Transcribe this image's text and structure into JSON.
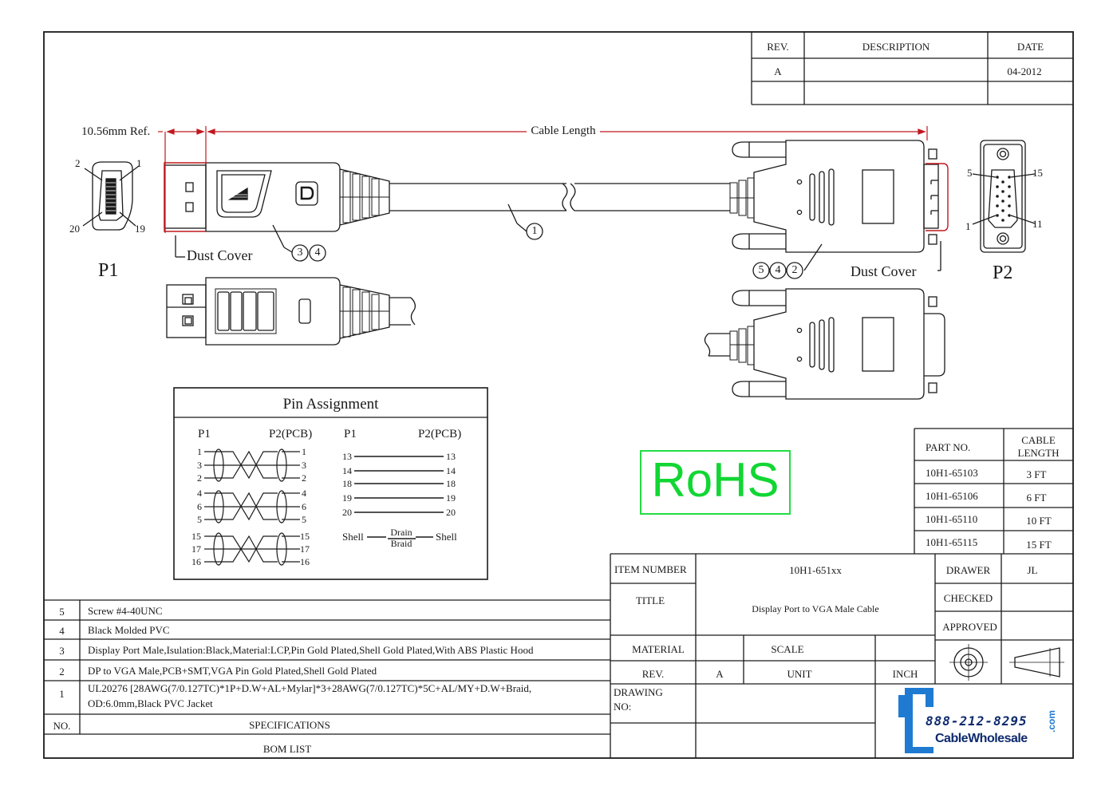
{
  "revision_table": {
    "headers": {
      "rev": "REV.",
      "description": "DESCRIPTION",
      "date": "DATE"
    },
    "rows": [
      {
        "rev": "A",
        "description": "",
        "date": "04-2012"
      }
    ]
  },
  "dimensions": {
    "ref": "10.56mm Ref.",
    "cable_length": "Cable Length"
  },
  "connectors": {
    "p1_label": "P1",
    "p2_label": "P2",
    "p1_pins": [
      "2",
      "1",
      "20",
      "19"
    ],
    "p2_pins": [
      "5",
      "15",
      "1",
      "11"
    ],
    "dust_cover_left": "Dust Cover",
    "dust_cover_right": "Dust Cover"
  },
  "callouts": {
    "cable": "1",
    "left_pair": [
      "3",
      "4"
    ],
    "right_group": [
      "5",
      "4",
      "2"
    ]
  },
  "pin_assignment": {
    "title": "Pin Assignment",
    "left_headers": {
      "p1": "P1",
      "p2": "P2(PCB)"
    },
    "right_headers": {
      "p1": "P1",
      "p2": "P2(PCB)"
    },
    "twisted_groups": [
      {
        "left": [
          "1",
          "3",
          "2"
        ],
        "right": [
          "1",
          "3",
          "2"
        ]
      },
      {
        "left": [
          "4",
          "6",
          "5"
        ],
        "right": [
          "4",
          "6",
          "5"
        ]
      },
      {
        "left": [
          "15",
          "17",
          "16"
        ],
        "right": [
          "15",
          "17",
          "16"
        ]
      }
    ],
    "straight": [
      {
        "left": "13",
        "right": "13"
      },
      {
        "left": "14",
        "right": "14"
      },
      {
        "left": "18",
        "right": "18"
      },
      {
        "left": "19",
        "right": "19"
      },
      {
        "left": "20",
        "right": "20"
      }
    ],
    "shell": {
      "left": "Shell",
      "right": "Shell",
      "middle_top": "Drain",
      "middle_bottom": "Braid"
    }
  },
  "rohs": "RoHS",
  "part_table": {
    "headers": {
      "part_no": "PART NO.",
      "length_1": "CABLE",
      "length_2": "LENGTH"
    },
    "rows": [
      {
        "part": "10H1-65103",
        "length": "3 FT"
      },
      {
        "part": "10H1-65106",
        "length": "6 FT"
      },
      {
        "part": "10H1-65110",
        "length": "10 FT"
      },
      {
        "part": "10H1-65115",
        "length": "15 FT"
      }
    ]
  },
  "bom": {
    "rows": [
      {
        "no": "5",
        "spec": "Screw  #4-40UNC"
      },
      {
        "no": "4",
        "spec": "Black Molded PVC"
      },
      {
        "no": "3",
        "spec": "Display Port Male,Isulation:Black,Material:LCP,Pin Gold Plated,Shell Gold Plated,With ABS Plastic Hood"
      },
      {
        "no": "2",
        "spec": "DP to VGA Male,PCB+SMT,VGA Pin Gold Plated,Shell Gold Plated"
      },
      {
        "no": "1",
        "spec_1": "UL20276 [28AWG(7/0.127TC)*1P+D.W+AL+Mylar]*3+28AWG(7/0.127TC)*5C+AL/MY+D.W+Braid,",
        "spec_2": "OD:6.0mm,Black PVC Jacket"
      }
    ],
    "header_no": "NO.",
    "header_spec": "SPECIFICATIONS",
    "footer": "BOM LIST"
  },
  "title_block": {
    "item_number_label": "ITEM NUMBER",
    "item_number": "10H1-651xx",
    "title_label": "TITLE",
    "title": "Display Port  to VGA  Male Cable",
    "drawer_label": "DRAWER",
    "drawer": "JL",
    "checked_label": "CHECKED",
    "approved_label": "APPROVED",
    "material_label": "MATERIAL",
    "scale_label": "SCALE",
    "rev_label": "REV.",
    "rev": "A",
    "unit_label": "UNIT",
    "unit": "INCH",
    "drawing_no_1": "DRAWING",
    "drawing_no_2": "NO:"
  },
  "logo": {
    "phone": "888-212-8295",
    "name": "CableWholesale",
    "com": ".com"
  },
  "colors": {
    "line": "#1a1a1a",
    "dimension": "#c0181f",
    "rohs": "#11d633",
    "logo_blue": "#1f7bd1",
    "logo_navy": "#0d2a6e"
  }
}
